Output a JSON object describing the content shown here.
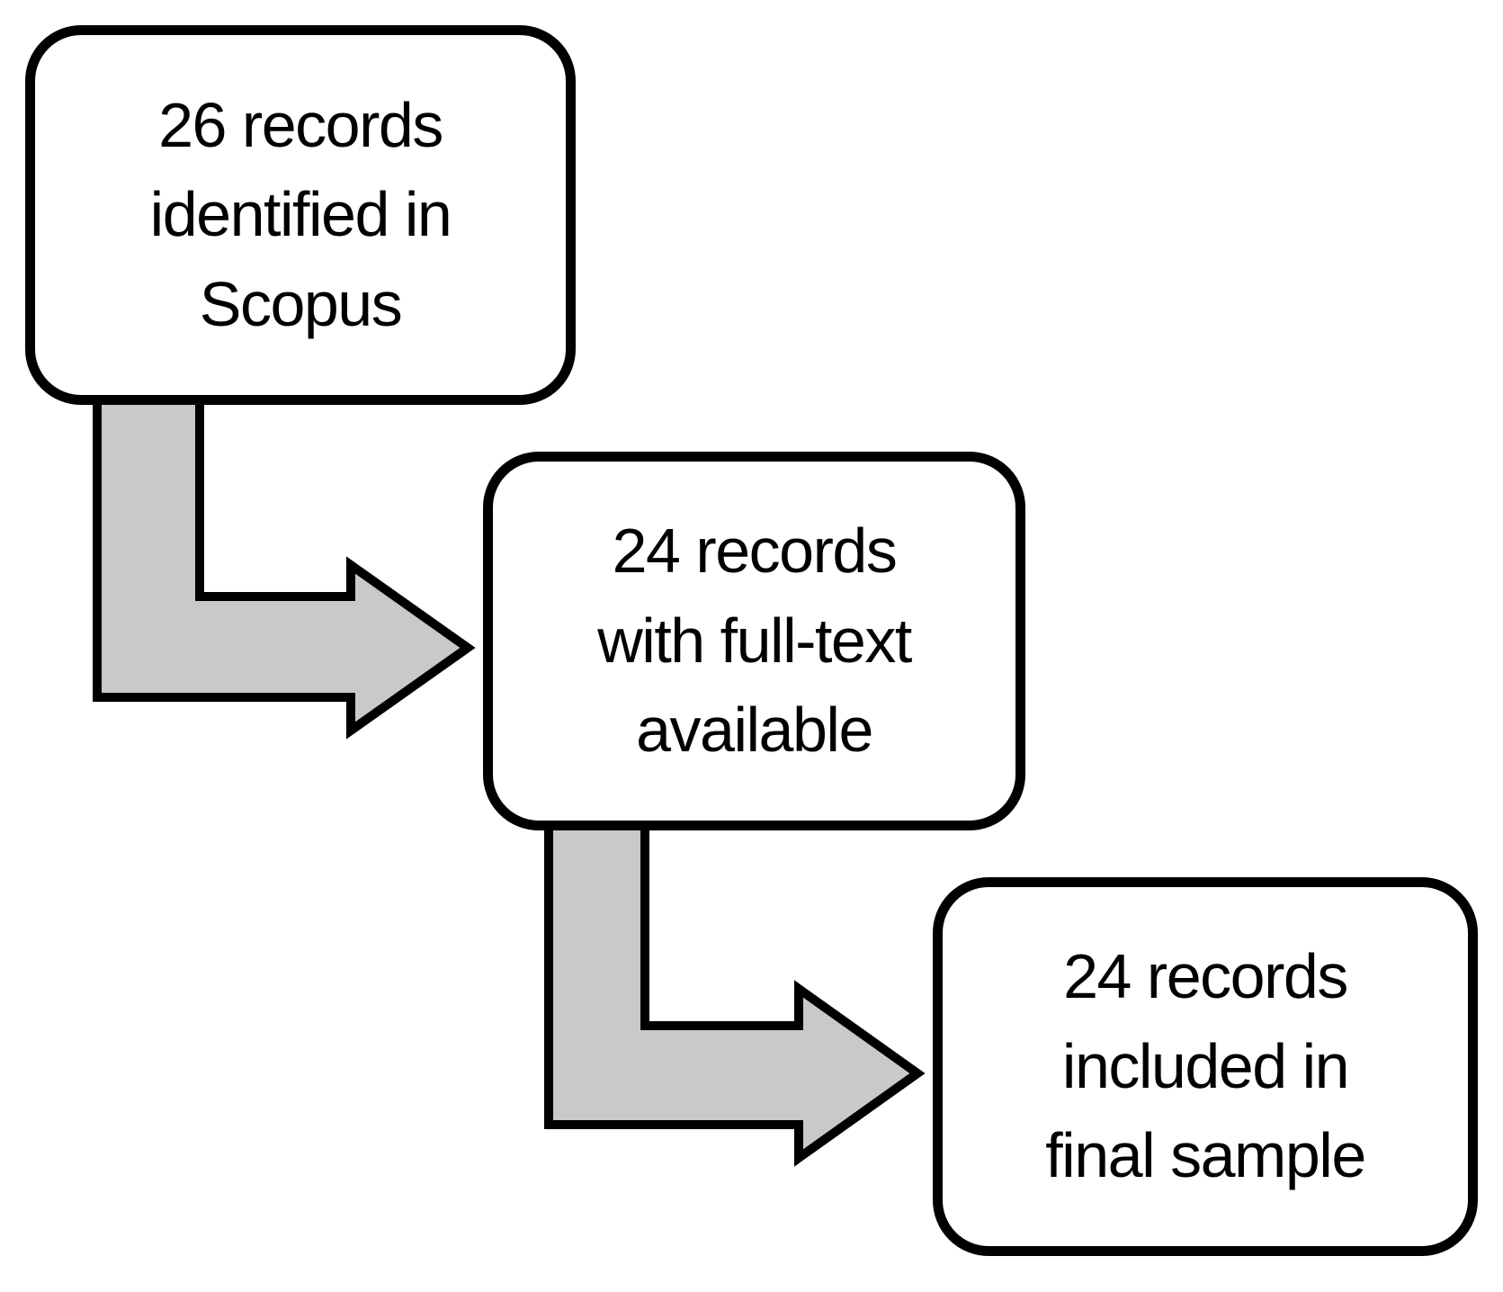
{
  "diagram": {
    "type": "flowchart",
    "background_color": "#ffffff",
    "colors": {
      "box_fill": "#ffffff",
      "box_border": "#000000",
      "arrow_fill": "#c9c9c9",
      "arrow_border": "#000000",
      "text": "#000000"
    },
    "nodes": [
      {
        "id": "scopus",
        "label": "26 records identified in Scopus",
        "lines": [
          "26 records",
          "identified in",
          "Scopus"
        ]
      },
      {
        "id": "fulltext",
        "label": "24 records with full-text available",
        "lines": [
          "24 records",
          "with full-text",
          "available"
        ]
      },
      {
        "id": "final",
        "label": "24 records included in final sample",
        "lines": [
          "24 records",
          "included in",
          "final sample"
        ]
      }
    ],
    "edges": [
      {
        "from": "scopus",
        "to": "fulltext",
        "style": "bent-elbow-arrow"
      },
      {
        "from": "fulltext",
        "to": "final",
        "style": "bent-elbow-arrow"
      }
    ]
  }
}
